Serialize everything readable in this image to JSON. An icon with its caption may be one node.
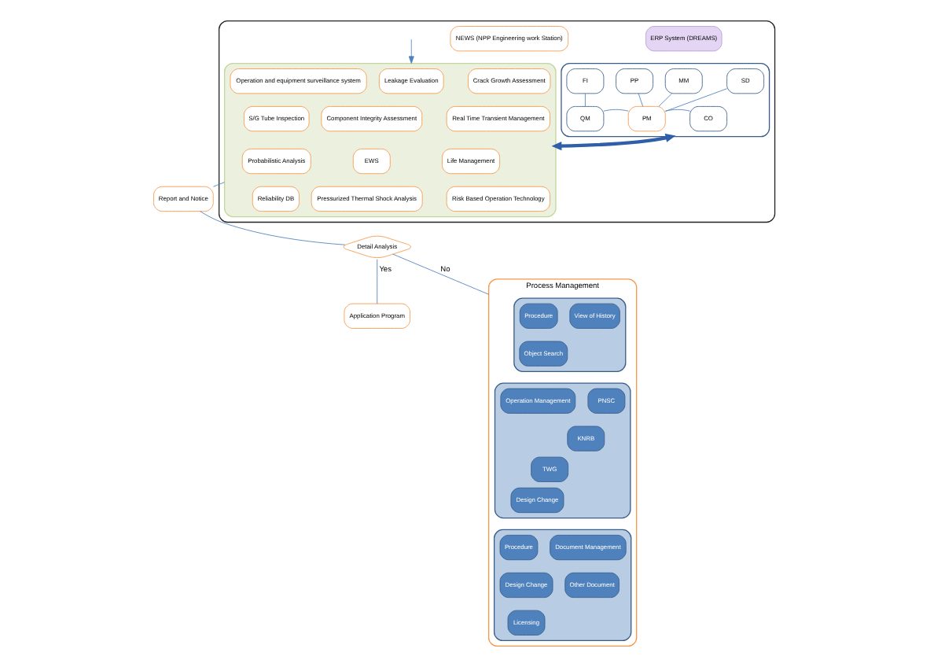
{
  "diagram": {
    "nodes": [
      {
        "text": [],
        "shape": "box"
      },
      {
        "text": [
          "ERP System (DREAMS)"
        ],
        "in": 0
      },
      {
        "text": [],
        "shape": "box",
        "in": 0
      },
      {
        "text": [
          "FI"
        ],
        "in": 2
      },
      {
        "text": [
          "MM"
        ],
        "in": 2
      },
      {
        "text": [
          "SD"
        ],
        "in": 2
      },
      {
        "text": [
          "PP"
        ],
        "in": 2
      },
      {
        "text": [
          "QM"
        ],
        "in": 2
      },
      {
        "text": [
          "PM"
        ],
        "in": 2
      },
      {
        "text": [
          "CO"
        ],
        "in": 2
      },
      {
        "text": [
          "NEWS (NPP Engineering work Station)"
        ],
        "in": 0
      },
      {
        "text": [],
        "shape": "box",
        "in": 0
      },
      {
        "text": [
          "Operation and equipment surveillance system"
        ],
        "in": 11
      },
      {
        "text": [
          "Crack Growth Assessment"
        ],
        "in": 11
      },
      {
        "text": [
          "Leakage Evaluation"
        ],
        "in": 11
      },
      {
        "text": [
          "S/G Tube Inspection"
        ],
        "in": 11
      },
      {
        "text": [
          "Real Time Transient Management"
        ],
        "in": 11
      },
      {
        "text": [
          "Component Integrity Assessment"
        ],
        "in": 11
      },
      {
        "text": [
          "Probabilistic Analysis"
        ],
        "in": 11
      },
      {
        "text": [
          "Life Management"
        ],
        "in": 11
      },
      {
        "text": [
          "EWS"
        ],
        "in": 11
      },
      {
        "text": [
          "Reliability DB"
        ],
        "in": 11
      },
      {
        "text": [
          "Risk Based Operation Technology"
        ],
        "in": 11
      },
      {
        "text": [
          "Pressurized Thermal Shock Analysis"
        ],
        "in": 11
      },
      {
        "text": [
          "Process Management"
        ]
      },
      {
        "text": [],
        "shape": "box",
        "in": 24
      },
      {
        "text": [
          "Procedure"
        ],
        "in": 25
      },
      {
        "text": [
          "Object Search"
        ],
        "in": 25
      },
      {
        "text": [
          "View of History"
        ],
        "in": 25
      },
      {
        "text": [],
        "shape": "box",
        "in": 24
      },
      {
        "text": [
          "Operation Management"
        ],
        "in": 29
      },
      {
        "text": [
          "TWG"
        ],
        "in": 29
      },
      {
        "text": [
          "PNSC"
        ],
        "in": 29
      },
      {
        "text": [
          "KNRB"
        ],
        "in": 29
      },
      {
        "text": [
          "Design Change"
        ],
        "in": 29
      },
      {
        "text": [],
        "shape": "box",
        "in": 24
      },
      {
        "text": [
          "Document Management"
        ],
        "in": 35
      },
      {
        "text": [
          "Other Document"
        ],
        "in": 35
      },
      {
        "text": [
          "Procedure"
        ],
        "in": 35
      },
      {
        "text": [
          "Design Change"
        ],
        "in": 35
      },
      {
        "text": [
          "Licensing"
        ],
        "in": 35
      },
      {
        "text": [
          "Report and Notice"
        ]
      },
      {
        "text": [
          "Detail Analysis"
        ]
      },
      {
        "text": [
          "Application Program"
        ]
      }
    ],
    "edges": [
      {
        "from": 3,
        "to": 7,
        "arrow": "none"
      },
      {
        "from": 4,
        "to": 8,
        "arrow": "none"
      },
      {
        "from": 5,
        "to": 8,
        "arrow": "none"
      },
      {
        "from": 6,
        "to": 8,
        "arrow": "none"
      },
      {
        "from": 7,
        "to": 8,
        "arrow": "none"
      },
      {
        "from": 8,
        "to": 9,
        "arrow": "none"
      },
      {
        "from": 2,
        "to": 11,
        "arrow": "both",
        "style": "thick",
        "color": "#2e5fa8"
      },
      {
        "from": null,
        "to": 11,
        "arrow": "to"
      },
      {
        "from": 11,
        "to": 41,
        "arrow": "none"
      },
      {
        "from": 41,
        "to": 42,
        "arrow": "none"
      },
      {
        "from": 42,
        "to": 24,
        "arrow": "none",
        "label": "No"
      },
      {
        "from": 42,
        "to": 43,
        "arrow": "none",
        "label": "Yes"
      }
    ]
  }
}
